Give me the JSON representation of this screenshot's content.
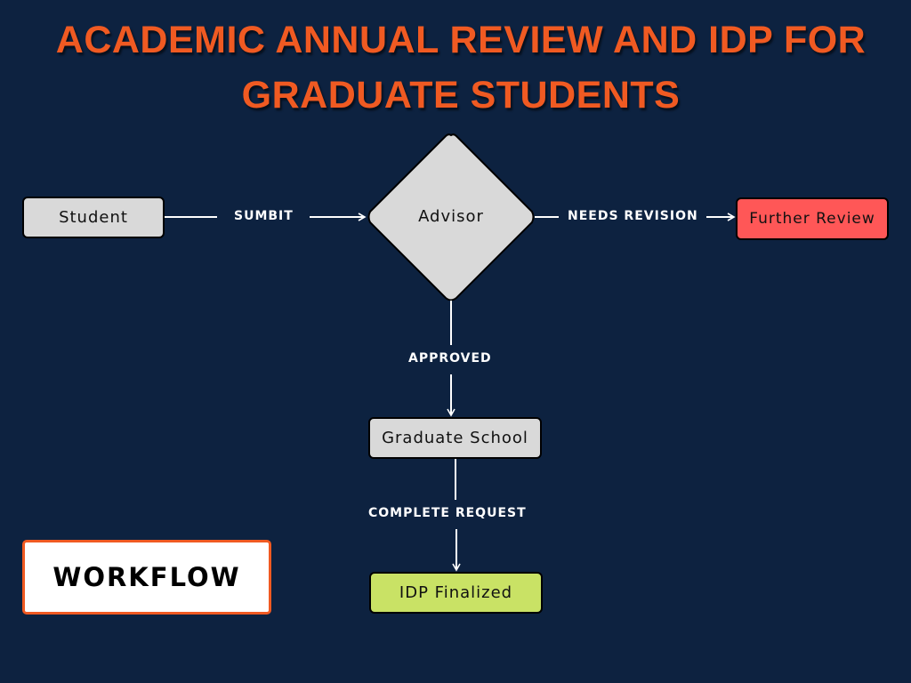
{
  "title": {
    "line1": "ACADEMIC ANNUAL REVIEW AND IDP FOR",
    "line2": "GRADUATE STUDENTS"
  },
  "nodes": {
    "student": {
      "label": "Student",
      "shape": "rounded-rect",
      "color": "#d9d9d9"
    },
    "advisor": {
      "label": "Advisor",
      "shape": "diamond",
      "color": "#d9d9d9"
    },
    "further_review": {
      "label": "Further Review",
      "shape": "rounded-rect",
      "color": "#ff5757"
    },
    "graduate_school": {
      "label": "Graduate School",
      "shape": "rounded-rect",
      "color": "#d9d9d9"
    },
    "idp_finalized": {
      "label": "IDP Finalized",
      "shape": "rounded-rect",
      "color": "#c9e265"
    }
  },
  "edges": [
    {
      "from": "student",
      "to": "advisor",
      "label": "SUMBIT"
    },
    {
      "from": "advisor",
      "to": "further_review",
      "label": "NEEDS REVISION"
    },
    {
      "from": "advisor",
      "to": "graduate_school",
      "label": "APPROVED"
    },
    {
      "from": "graduate_school",
      "to": "idp_finalized",
      "label": "COMPLETE REQUEST"
    }
  ],
  "badge": {
    "label": "WORKFLOW"
  },
  "colors": {
    "background": "#0d2240",
    "accent": "#f05a22",
    "edge": "#ffffff"
  }
}
